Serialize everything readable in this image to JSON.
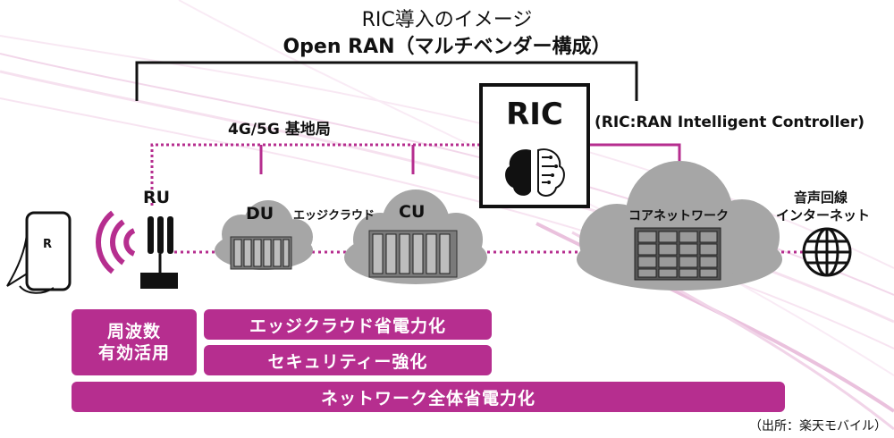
{
  "header": {
    "title_line1": "RIC導入のイメージ",
    "title_line2": "Open RAN（マルチベンダー構成）"
  },
  "labels": {
    "base_station": "4G/5G 基地局",
    "ric": "RIC",
    "ric_full": "(RIC:RAN Intelligent Controller)",
    "ru": "RU",
    "du": "DU",
    "edge_cloud": "エッジクラウド",
    "cu": "CU",
    "core_network": "コアネットワーク",
    "voice_internet_line1": "音声回線",
    "voice_internet_line2": "インターネット",
    "phone_logo": "R"
  },
  "benefits": {
    "spectrum_line1": "周波数",
    "spectrum_line2": "有効活用",
    "edge_power": "エッジクラウド省電力化",
    "security": "セキュリティー強化",
    "network_power": "ネットワーク全体省電力化"
  },
  "footer": {
    "source": "（出所：楽天モバイル）"
  },
  "colors": {
    "accent": "#b62e8f",
    "cloud": "#a6a6a6",
    "server": "#6e6e6e",
    "line": "#111111"
  }
}
